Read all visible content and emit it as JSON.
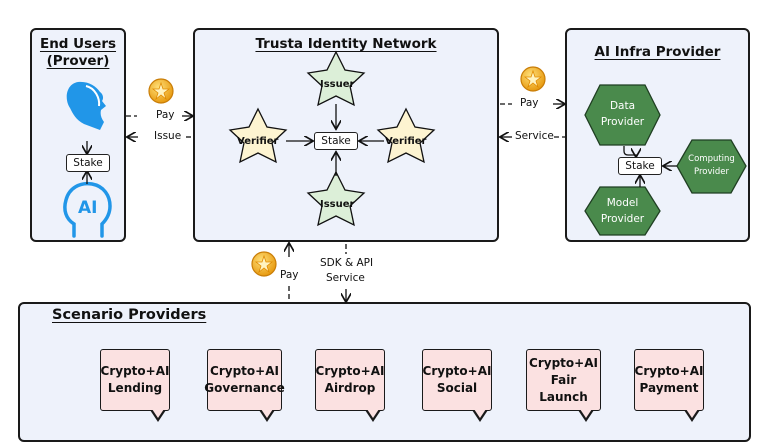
{
  "end_users": {
    "title_line1": "End Users",
    "title_line2": "(Prover)",
    "stake_label": "Stake",
    "ai_label": "AI"
  },
  "identity_network": {
    "title": "Trusta Identity Network",
    "stake_label": "Stake",
    "issuer_top": "Issuer",
    "issuer_bottom": "Issuer",
    "verifier_left": "Verifier",
    "verifier_right": "Verifier"
  },
  "ai_infra": {
    "title": "AI Infra Provider",
    "stake_label": "Stake",
    "data_provider": "Data\nProvider",
    "model_provider": "Model\nProvider",
    "computing_provider": "Computing\nProvider"
  },
  "flows": {
    "user_pay": "Pay",
    "user_issue": "Issue",
    "infra_pay": "Pay",
    "infra_service": "Service",
    "scenario_pay": "Pay",
    "sdk_service_line1": "SDK & API",
    "sdk_service_line2": "Service"
  },
  "scenario_providers": {
    "title": "Scenario Providers",
    "items": [
      {
        "label": "Crypto+AI\nLending"
      },
      {
        "label": "Crypto+AI\nGovernance"
      },
      {
        "label": "Crypto+AI\nAirdrop"
      },
      {
        "label": "Crypto+AI\nSocial"
      },
      {
        "label": "Crypto+AI\nFair Launch"
      },
      {
        "label": "Crypto+AI\nPayment"
      }
    ]
  },
  "colors": {
    "panel_bg": "#eef2fb",
    "star_green": "#dcefd8",
    "star_yellow": "#fdf4d1",
    "hexagon_green": "#4a8a4c",
    "bubble_pink": "#fbe1e1",
    "coin_gold": "#f5b82e",
    "head_blue": "#2196e8"
  },
  "icons": [
    "coin-icon",
    "person-head-icon",
    "ai-head-icon",
    "star-shape",
    "hexagon-shape",
    "arrow-icon"
  ]
}
